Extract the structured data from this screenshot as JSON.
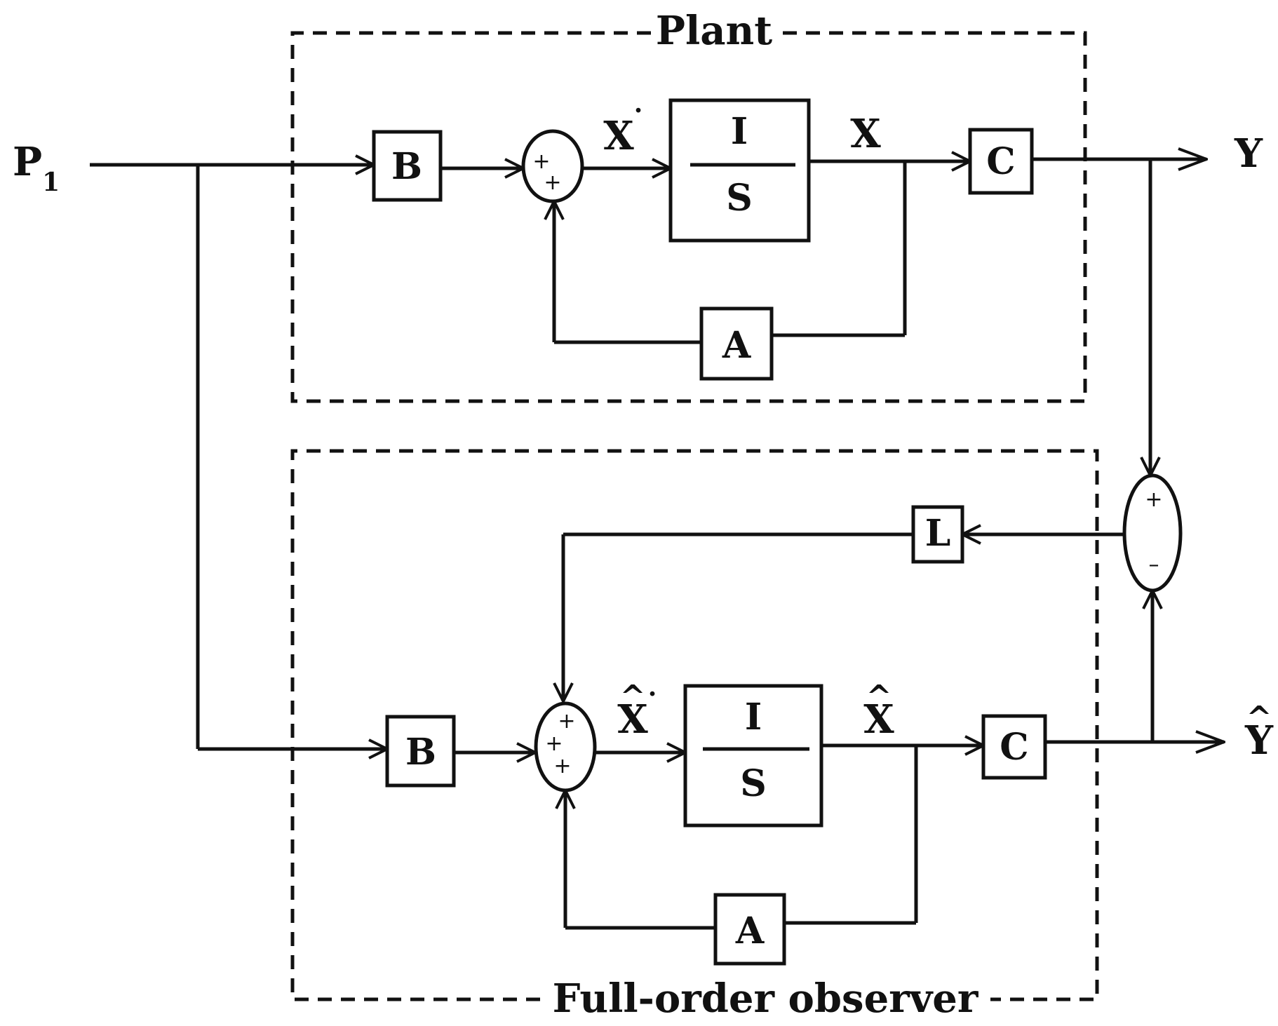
{
  "groups": {
    "plant": "Plant",
    "observer": "Full-order observer"
  },
  "signals": {
    "input": "P",
    "input_sub": "1",
    "xdot": "X",
    "x": "X",
    "y": "Y",
    "xhat_dot": "X",
    "xhat": "X",
    "yhat": "Y",
    "dot": "·",
    "hat": "^"
  },
  "blocks": {
    "plant_b": "B",
    "plant_integrator_num": "I",
    "plant_integrator_den": "S",
    "plant_c": "C",
    "plant_a": "A",
    "observer_b": "B",
    "observer_integrator_num": "I",
    "observer_integrator_den": "S",
    "observer_c": "C",
    "observer_a": "A",
    "gain_l": "L"
  },
  "summers": {
    "plant_signs": [
      "+",
      "+"
    ],
    "observer_signs": [
      "+",
      "+",
      "+"
    ],
    "error_signs": [
      "+",
      "–"
    ]
  }
}
